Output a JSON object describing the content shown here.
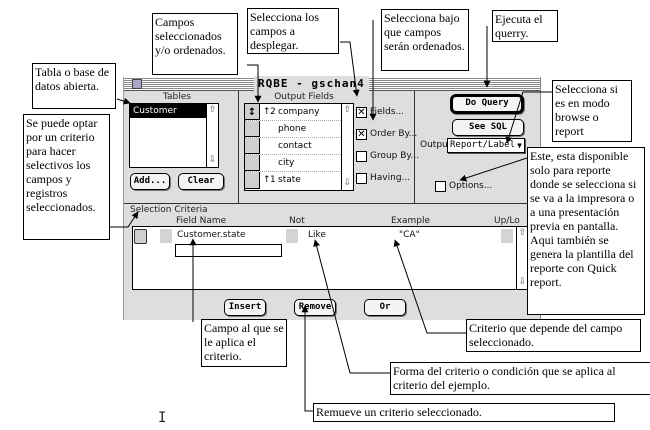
{
  "window": {
    "title": "RQBE - gschan4"
  },
  "tables": {
    "title": "Tables",
    "items": [
      "Customer"
    ],
    "add_label": "Add...",
    "clear_label": "Clear"
  },
  "output_fields": {
    "title": "Output Fields",
    "rows": [
      {
        "marker": "↑",
        "order": "2",
        "name": "company"
      },
      {
        "marker": "",
        "order": "",
        "name": "phone"
      },
      {
        "marker": "",
        "order": "",
        "name": "contact"
      },
      {
        "marker": "",
        "order": "",
        "name": "city"
      },
      {
        "marker": "↑",
        "order": "1",
        "name": "state"
      }
    ]
  },
  "options_checks": [
    {
      "label": "Fields...",
      "checked": true
    },
    {
      "label": "Order By...",
      "checked": true
    },
    {
      "label": "Group By...",
      "checked": false
    },
    {
      "label": "Having...",
      "checked": false
    }
  ],
  "actions": {
    "do_query_label": "Do Query",
    "see_sql_label": "See SQL",
    "output_label": "Output",
    "output_value": "Report/Label",
    "options_label": "Options...",
    "options_checked": false
  },
  "selection_criteria": {
    "title": "Selection Criteria",
    "headers": {
      "field_name": "Field Name",
      "not": "Not",
      "example": "Example",
      "up_lo": "Up/Lo"
    },
    "rows": [
      {
        "field_name": "Customer.state",
        "operator": "Like",
        "example": "\"CA\""
      }
    ],
    "insert_label": "Insert",
    "remove_label": "Remove",
    "or_label": "Or"
  },
  "callouts": {
    "tabla": "Tabla o base de datos abierta.",
    "campos_seleccionados": "Campos seleccionados y/o ordenados.",
    "selecciona_campos": "Selecciona los campos a desplegar.",
    "selecciona_orden": "Selecciona bajo que campos serán ordenados.",
    "ejecuta": "Ejecuta el querry.",
    "modo": "Selecciona si es en modo browse o report",
    "criterio_opcional": "Se puede optar por un criterio para hacer selectivos los campos y registros seleccionados.",
    "opciones_reporte": "Este, esta disponible solo para reporte donde se selecciona si se va a la impresora o a una presentación previa en pantalla. Aqui también se genera la plantilla del reporte con Quick report.",
    "campo_criterio": "Campo al que se le aplica el criterio.",
    "criterio_depende": "Criterio que depende del campo seleccionado.",
    "forma_criterio": "Forma del criterio o condición que se aplica al criterio del ejemplo.",
    "remueve": "Remueve un criterio seleccionado."
  }
}
